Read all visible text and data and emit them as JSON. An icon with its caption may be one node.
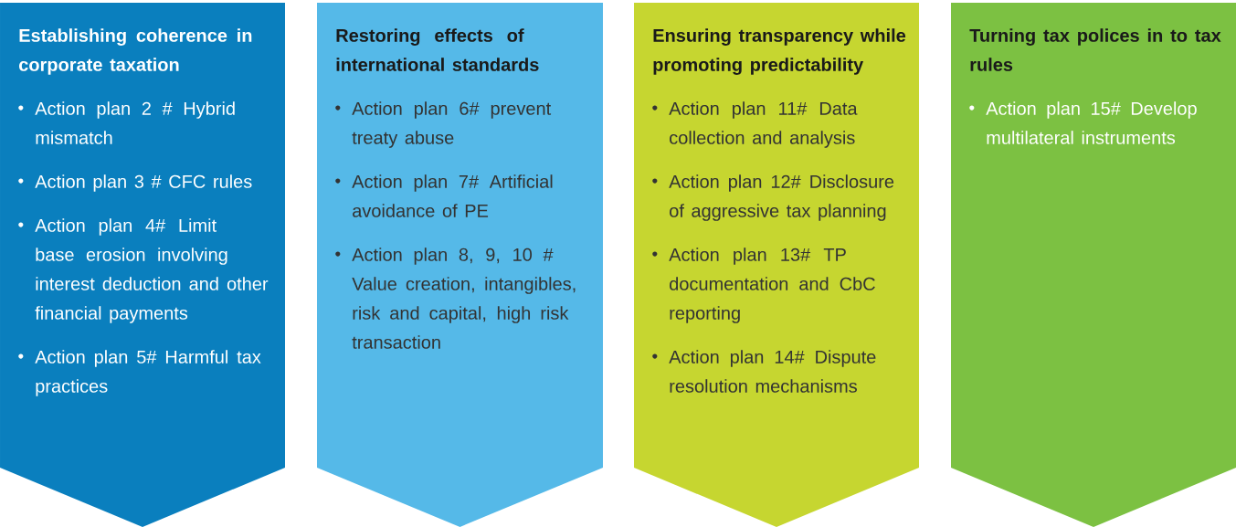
{
  "diagram": {
    "nodes": [
      {
        "text": [
          "Establishing coherence in corporate taxation",
          "Action plan 2 #  Hybrid mismatch",
          "Action plan 3 # CFC rules",
          "Action plan 4# Limit base erosion involving interest deduction and other financial payments",
          "Action plan 5# Harmful tax practices"
        ]
      },
      {
        "text": [
          "Restoring effects of international standards",
          "Action plan 6# prevent treaty abuse",
          "Action plan 7# Artificial avoidance of PE",
          "Action plan 8, 9, 10 # Value creation, intangibles, risk and capital, high risk transaction"
        ]
      },
      {
        "text": [
          "Ensuring transparency while promoting predictability",
          "Action plan 11# Data collection and analysis",
          "Action plan 12# Disclosure of aggressive tax planning",
          "Action plan 13# TP documentation and CbC reporting",
          "Action plan 14# Dispute resolution mechanisms"
        ]
      },
      {
        "text": [
          "Turning tax polices in to tax rules",
          "Action plan 15# Develop multilateral instruments"
        ]
      }
    ]
  }
}
